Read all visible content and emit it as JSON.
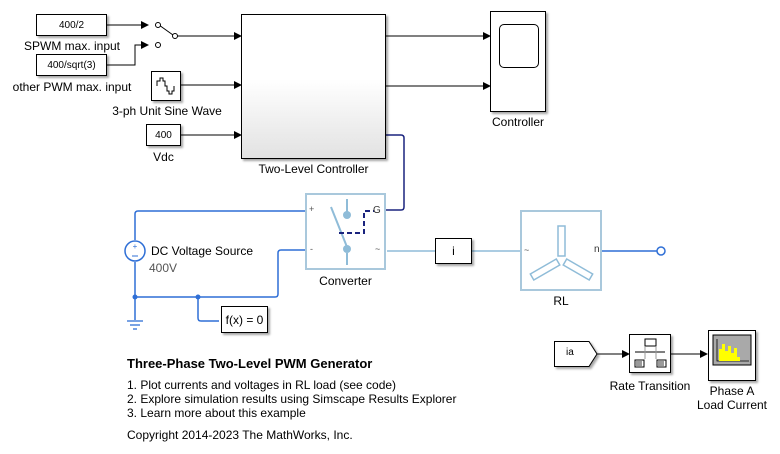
{
  "diagram": {
    "title": "Three-Phase Two-Level PWM Generator",
    "blocks": {
      "spwm_const": {
        "value": "400/2",
        "label": "SPWM max. input"
      },
      "other_const": {
        "value": "400/sqrt(3)",
        "label": "other PWM max. input"
      },
      "sine": {
        "label": "3-ph Unit Sine Wave"
      },
      "vdc": {
        "value": "400",
        "label": "Vdc"
      },
      "controller_subsystem": {
        "label": "Two-Level Controller"
      },
      "scope": {
        "label": "Controller"
      },
      "dc_source": {
        "label": "DC Voltage Source",
        "value": "400V"
      },
      "converter": {
        "label": "Converter",
        "ports": {
          "plus": "+",
          "minus": "-",
          "gate": "G",
          "ac": "~"
        }
      },
      "current_sensor": {
        "label": "i"
      },
      "solver": {
        "label": "f(x) = 0"
      },
      "rl_load": {
        "label": "RL",
        "ports": {
          "ac": "~",
          "neutral": "n"
        }
      },
      "goto_ia": {
        "label": "ia"
      },
      "rate_transition": {
        "label": "Rate Transition"
      },
      "phase_a_scope": {
        "label_line1": "Phase A",
        "label_line2": "Load Current"
      }
    },
    "annotations": {
      "items": [
        "1. Plot currents and voltages in RL load (see code)",
        "2. Explore simulation results using Simscape Results Explorer",
        "3. Learn more about this example"
      ],
      "copyright": "Copyright 2014-2023 The MathWorks, Inc."
    },
    "colors": {
      "signal_line": "#000000",
      "physical_line": "#2f6fd6",
      "physical_light": "#8fbcd8",
      "gate_line": "#1a237e",
      "scope_bg": "#a9a9a9",
      "scope_trace": "#ffff00"
    }
  }
}
